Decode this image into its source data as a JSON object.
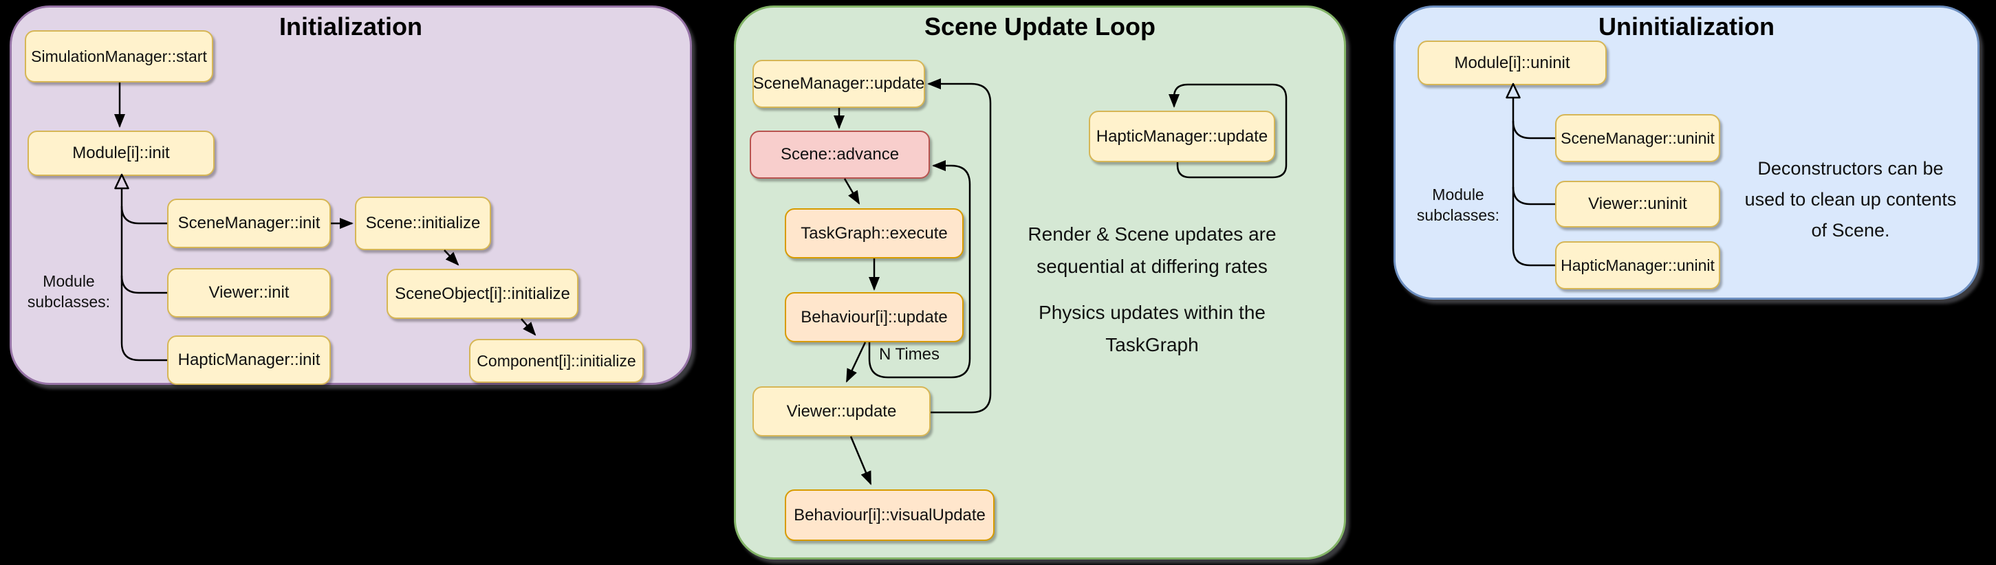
{
  "colors": {
    "background": "#000000",
    "panel_purple_fill": "#E1D5E7",
    "panel_purple_stroke": "#9673A6",
    "panel_green_fill": "#D5E8D4",
    "panel_green_stroke": "#82B366",
    "panel_blue_fill": "#DAE8FC",
    "panel_blue_stroke": "#6C8EBF",
    "node_yellow_fill": "#FFF2CC",
    "node_yellow_stroke": "#D6B656",
    "node_red_fill": "#F8CECC",
    "node_red_stroke": "#B85450",
    "node_orange_fill": "#FFE6CC",
    "node_orange_stroke": "#D79B00",
    "connector": "#000000"
  },
  "panels": {
    "init": {
      "title": "Initialization",
      "side_label": {
        "line1": "Module",
        "line2": "subclasses:"
      },
      "nodes": {
        "sim_start": "SimulationManager::start",
        "module_init": "Module[i]::init",
        "scenemanager_init": "SceneManager::init",
        "viewer_init": "Viewer::init",
        "hapticmanager_init": "HapticManager::init",
        "scene_initialize": "Scene::initialize",
        "sceneobject_initialize": "SceneObject[i]::initialize",
        "component_initialize": "Component[i]::initialize"
      }
    },
    "update": {
      "title": "Scene Update Loop",
      "loop_label": "N Times",
      "nodes": {
        "scenemanager_update": "SceneManager::update",
        "scene_advance": "Scene::advance",
        "taskgraph_execute": "TaskGraph::execute",
        "behaviour_update": "Behaviour[i]::update",
        "viewer_update": "Viewer::update",
        "behaviour_visualupdate": "Behaviour[i]::visualUpdate",
        "hapticmanager_update": "HapticManager::update"
      },
      "notes": {
        "rates_line1": "Render & Scene updates are",
        "rates_line2": "sequential at differing rates",
        "physics_line1": "Physics updates within the",
        "physics_line2": "TaskGraph"
      }
    },
    "uninit": {
      "title": "Uninitialization",
      "side_label": {
        "line1": "Module",
        "line2": "subclasses:"
      },
      "nodes": {
        "module_uninit": "Module[i]::uninit",
        "scenemanager_uninit": "SceneManager::uninit",
        "viewer_uninit": "Viewer::uninit",
        "hapticmanager_uninit": "HapticManager::uninit"
      },
      "note": {
        "line1": "Deconstructors can be",
        "line2": "used to clean up contents",
        "line3": "of Scene."
      }
    }
  }
}
